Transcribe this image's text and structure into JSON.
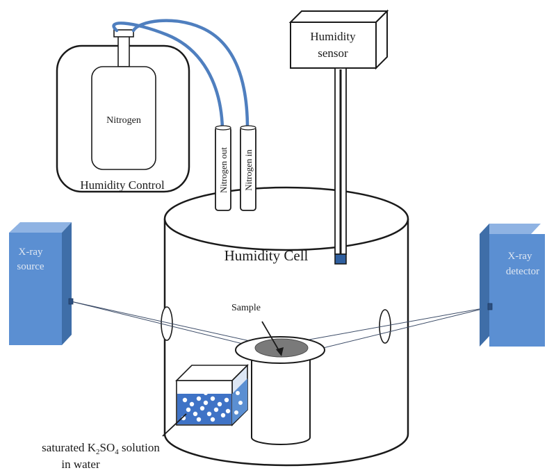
{
  "labels": {
    "nitrogen": "Nitrogen",
    "humidity_control": "Humidity Control",
    "nitrogen_out": "Nitrogen out",
    "nitrogen_in": "Nitrogen in",
    "humidity_sensor_line1": "Humidity",
    "humidity_sensor_line2": "sensor",
    "humidity_cell": "Humidity Cell",
    "xray_source_line1": "X-ray",
    "xray_source_line2": "source",
    "xray_detector_line1": "X-ray",
    "xray_detector_line2": "detector",
    "sample": "Sample",
    "solution_pre": "saturated K",
    "solution_sub1": "2",
    "solution_mid": "SO",
    "solution_sub2": "4",
    "solution_post": " solution",
    "solution_line2": "in water"
  },
  "colors": {
    "tube_blue": "#4f7fbf",
    "box_blue": "#5b8fd2",
    "box_blue_dark": "#3f6ea8",
    "box_blue_light": "#8fb3e3",
    "water_blue": "#3f73c6",
    "sample_grey": "#7a7a7a",
    "outline": "#1a1a1a"
  }
}
